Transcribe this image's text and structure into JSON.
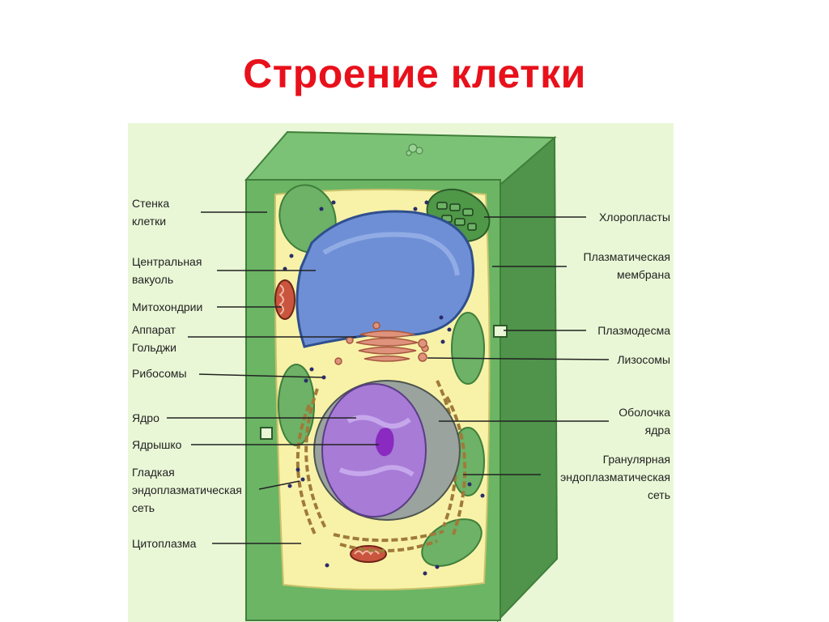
{
  "title": "Строение клетки",
  "colors": {
    "title": "#e8111b",
    "panel_background": "#e9f7d6",
    "cell_wall": "#5fa85a",
    "cytoplasm": "#f8f2a8",
    "vacuole": "#6e8fd6",
    "nucleus": "#a77bd6",
    "nucleolus": "#8a2ac0",
    "chloroplast": "#6db266",
    "mitochondria": "#c9553f",
    "golgi": "#e0937c"
  },
  "labels_left": {
    "cell_wall": [
      "Стенка",
      "клетки"
    ],
    "central_vacuole": [
      "Центральная",
      "вакуоль"
    ],
    "mitochondria": [
      "Митохондрии"
    ],
    "golgi": [
      "Аппарат",
      "Гольджи"
    ],
    "ribosomes": [
      "Рибосомы"
    ],
    "nucleus": [
      "Ядро"
    ],
    "nucleolus": [
      "Ядрышко"
    ],
    "smooth_er": [
      "Гладкая",
      "эндоплазматическая",
      "сеть"
    ],
    "cytoplasm": [
      "Цитоплазма"
    ]
  },
  "labels_right": {
    "chloroplasts": [
      "Хлоропласты"
    ],
    "plasma_membrane": [
      "Плазматическая",
      "мембрана"
    ],
    "plasmodesma": [
      "Плазмодесма"
    ],
    "lysosomes": [
      "Лизосомы"
    ],
    "nuclear_envelope": [
      "Оболочка",
      "ядра"
    ],
    "rough_er": [
      "Гранулярная",
      "эндоплазматическая",
      "сеть"
    ]
  }
}
